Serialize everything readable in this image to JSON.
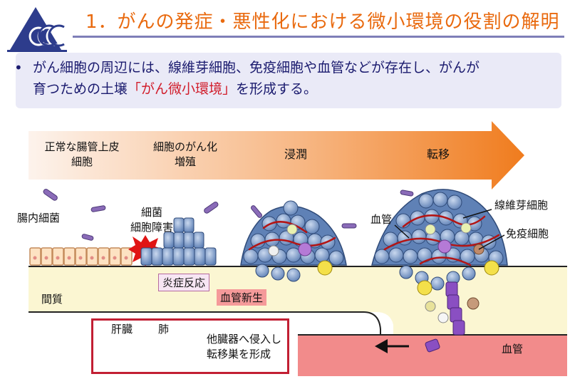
{
  "header": {
    "title": "1．がんの発症・悪性化における微小環境の役割の解明"
  },
  "bullet": {
    "line1": "がん細胞の周辺には、線維芽細胞、免疫細胞や血管などが存在し、がんが",
    "line2_prefix": "育つための土壌",
    "line2_highlight": "「がん微小環境」",
    "line2_suffix": "を形成する。"
  },
  "stages": [
    {
      "line1": "正常な腸管上皮",
      "line2": "細胞"
    },
    {
      "line1": "細胞のがん化",
      "line2": "増殖"
    },
    {
      "line1": "浸潤",
      "line2": ""
    },
    {
      "line1": "転移",
      "line2": ""
    }
  ],
  "labels": {
    "gut_bacteria": "腸内細菌",
    "bacteria_damage_1": "細菌",
    "bacteria_damage_2": "細胞障害",
    "blood_vessel": "血管",
    "fibroblast": "線維芽細胞",
    "immune_cell": "免疫細胞",
    "inflammation": "炎症反応",
    "angiogenesis": "血管新生",
    "stroma": "間質",
    "blood_vessel_bottom": "血管"
  },
  "metastasis_box": {
    "liver": "肝臓",
    "lung": "肺",
    "text1": "他臓器へ侵入し",
    "text2": "転移巣を形成"
  },
  "colors": {
    "title": "#e96a0f",
    "bullet_text": "#1a1a6e",
    "highlight": "#d11c2a",
    "arrow_start": "#fde9d9",
    "arrow_end": "#f07c1e",
    "stroma": "#fbf6d2",
    "cell": "#7d9ec9",
    "vessel": "#f28b8b",
    "box_border": "#c21f33"
  }
}
